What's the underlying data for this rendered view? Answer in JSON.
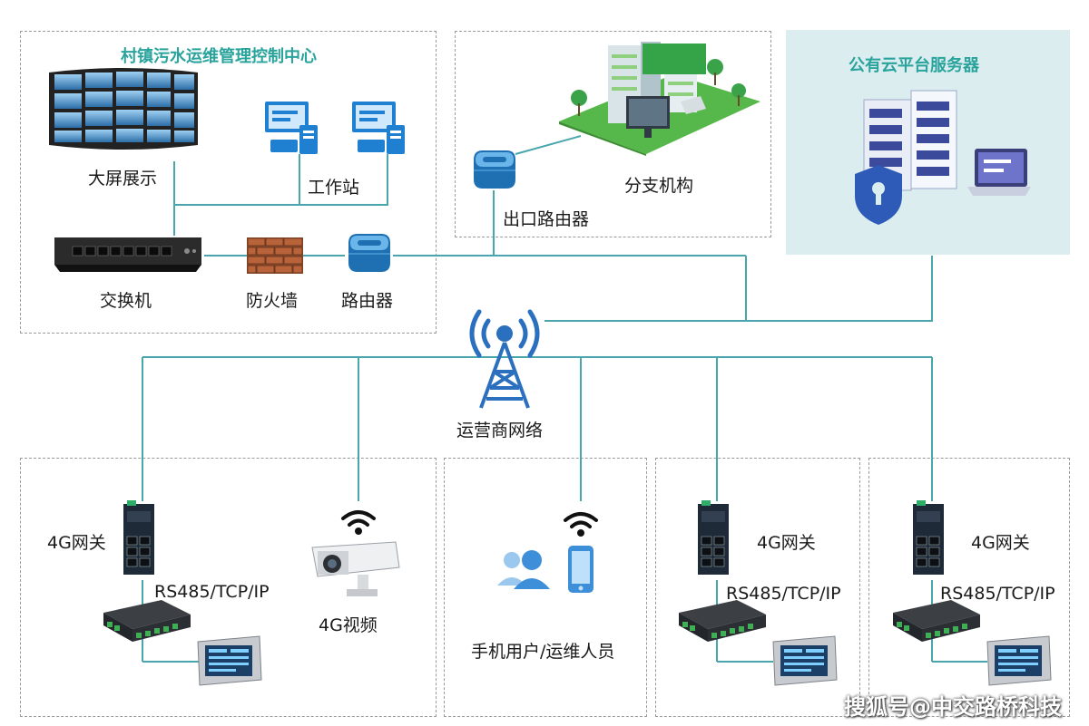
{
  "center": {
    "title": "村镇污水运维管理控制中心",
    "screen_label": "大屏展示",
    "workstation_label": "工作站",
    "switch_label": "交换机",
    "firewall_label": "防火墙",
    "router_label": "路由器"
  },
  "branch": {
    "exit_router_label": "出口路由器",
    "branch_label": "分支机构"
  },
  "cloud": {
    "title": "公有云平台服务器"
  },
  "network": {
    "label": "运营商网络"
  },
  "sites": {
    "site1": {
      "gateway_label": "4G网关",
      "protocol_label": "RS485/TCP/IP",
      "video_label": "4G视频"
    },
    "mobile": {
      "label": "手机用户/运维人员"
    },
    "site3": {
      "gateway_label": "4G网关",
      "protocol_label": "RS485/TCP/IP"
    },
    "site4": {
      "gateway_label": "4G网关",
      "protocol_label": "RS485/TCP/IP"
    }
  },
  "watermark": "搜狐号@中交路桥科技",
  "colors": {
    "line": "#4aa6ad",
    "title": "#2aa39c",
    "cloud_bg": "#dcedf0",
    "router_blue": "#2b7fc1"
  }
}
